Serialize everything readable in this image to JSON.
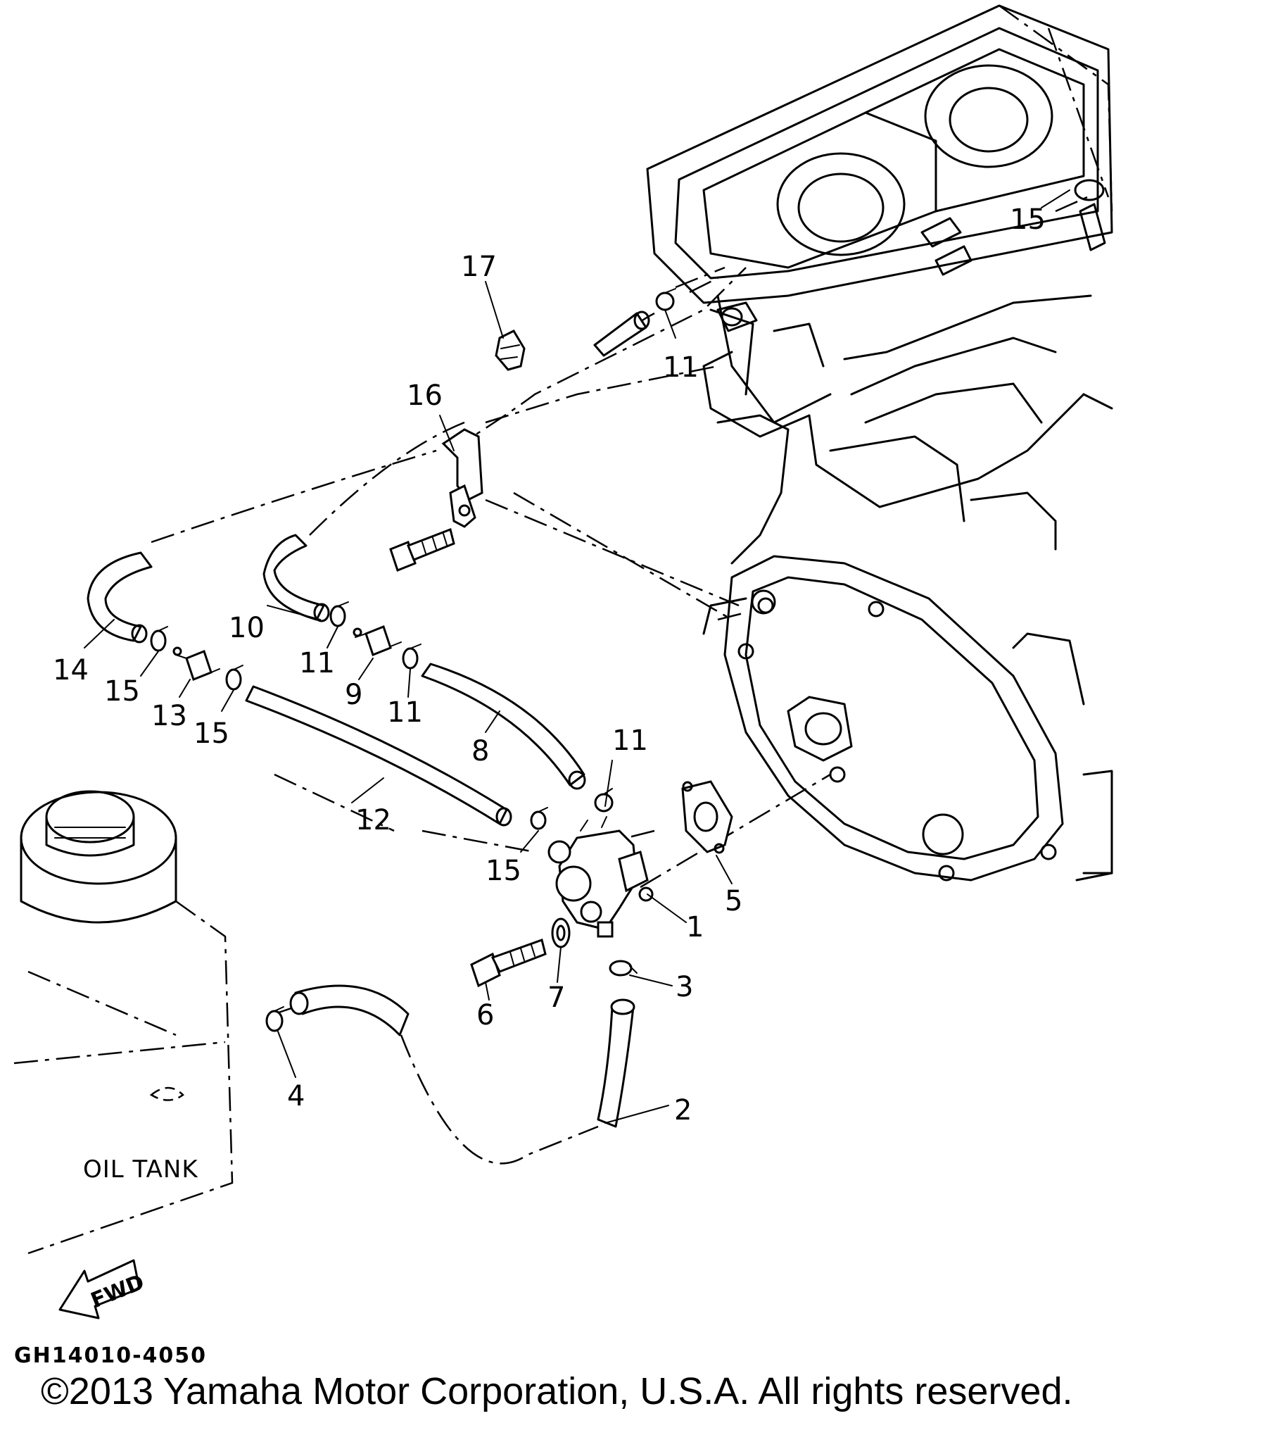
{
  "labels": {
    "p1": "1",
    "p2": "2",
    "p3": "3",
    "p4": "4",
    "p5": "5",
    "p6": "6",
    "p7": "7",
    "p8": "8",
    "p9": "9",
    "p10": "10",
    "p11": "11",
    "p12": "12",
    "p13": "13",
    "p14": "14",
    "p15": "15",
    "p16": "16",
    "p17": "17"
  },
  "oil_tank_label": "OIL TANK",
  "fwd_label": "FWD",
  "diagram_code": "GH14010-4050",
  "copyright": "©2013 Yamaha Motor Corporation, U.S.A. All rights reserved."
}
